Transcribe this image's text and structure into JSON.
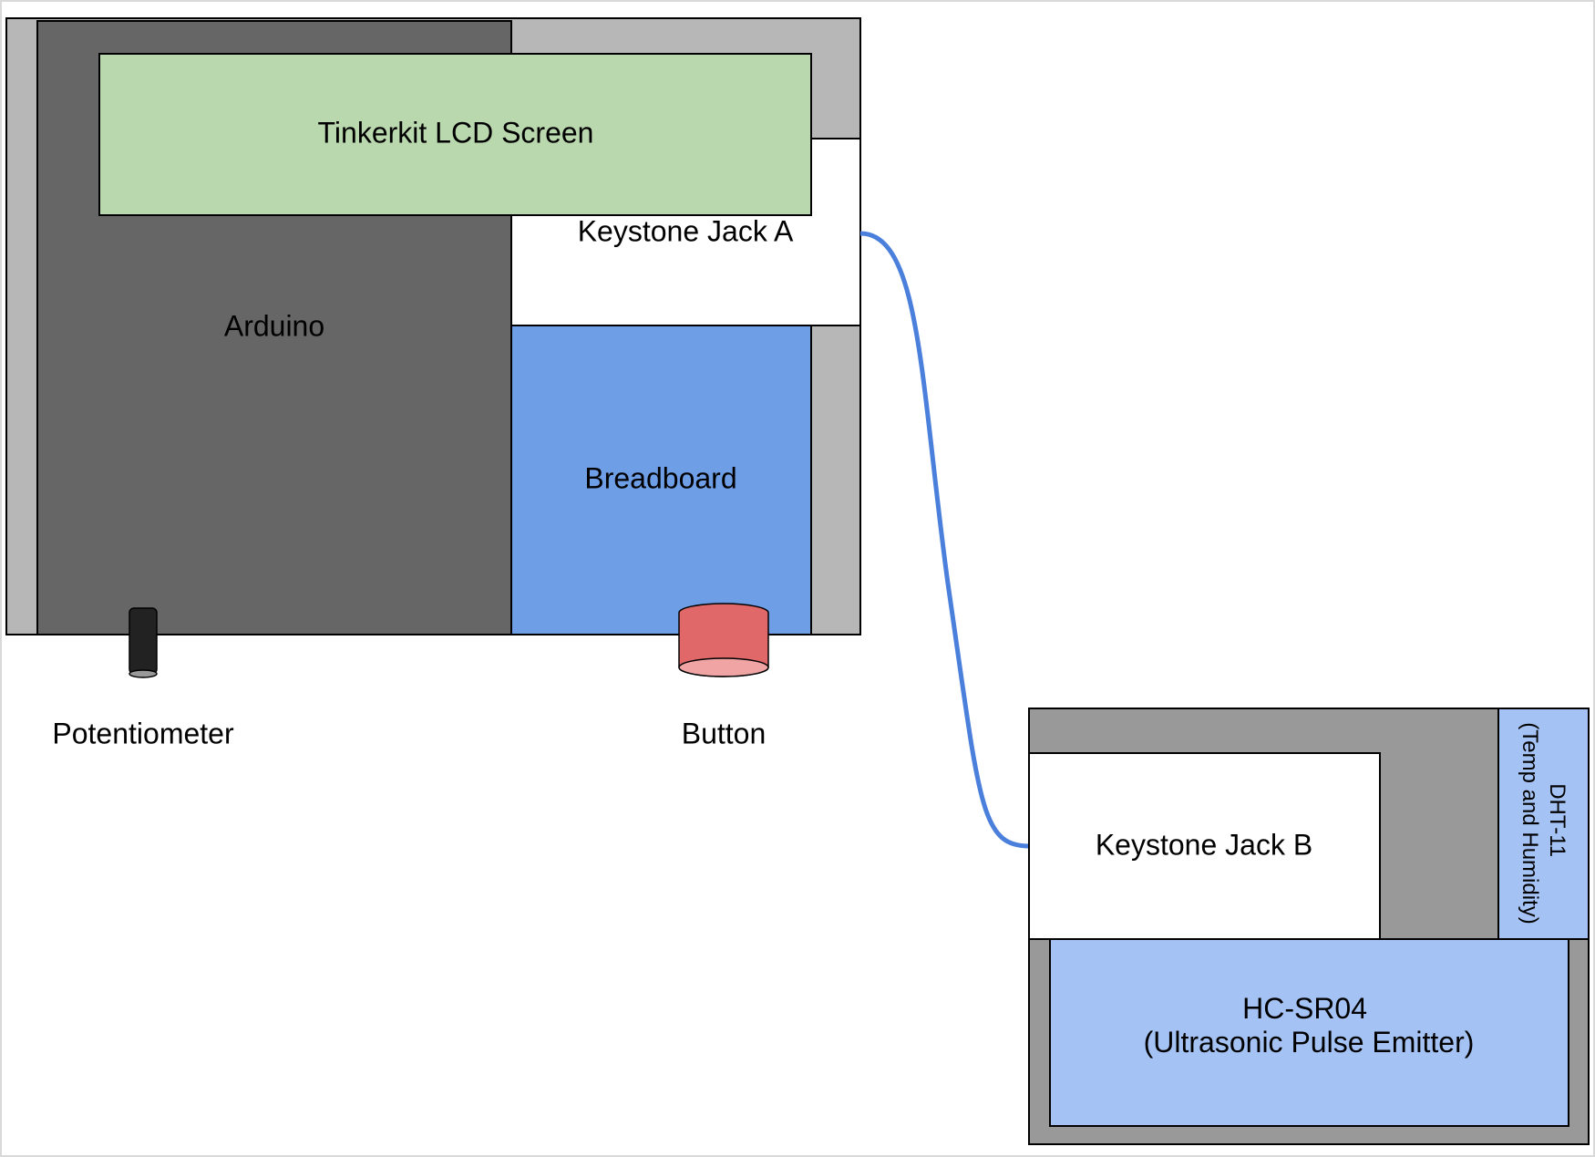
{
  "colors": {
    "enclosure": "#b7b7b7",
    "arduino": "#666666",
    "lcd": "#bad8ae",
    "keystone": "#ffffff",
    "breadboard": "#6e9ee6",
    "potentiometer": "#222222",
    "potentiometer_base": "#999999",
    "button_body": "#e06868",
    "button_base": "#f0a4a4",
    "cable": "#4a7fdb",
    "sensor_enclosure": "#999999",
    "sensor": "#a4c2f4",
    "outline": "#000000"
  },
  "labels": {
    "lcd": "Tinkerkit LCD Screen",
    "arduino": "Arduino",
    "keystone_a": "Keystone Jack A",
    "breadboard": "Breadboard",
    "potentiometer": "Potentiometer",
    "button": "Button",
    "keystone_b": "Keystone Jack B",
    "dht_line1": "DHT-11",
    "dht_line2": "(Temp and Humidity)",
    "hcsr_line1": "HC-SR04",
    "hcsr_line2": "(Ultrasonic Pulse Emitter)"
  }
}
